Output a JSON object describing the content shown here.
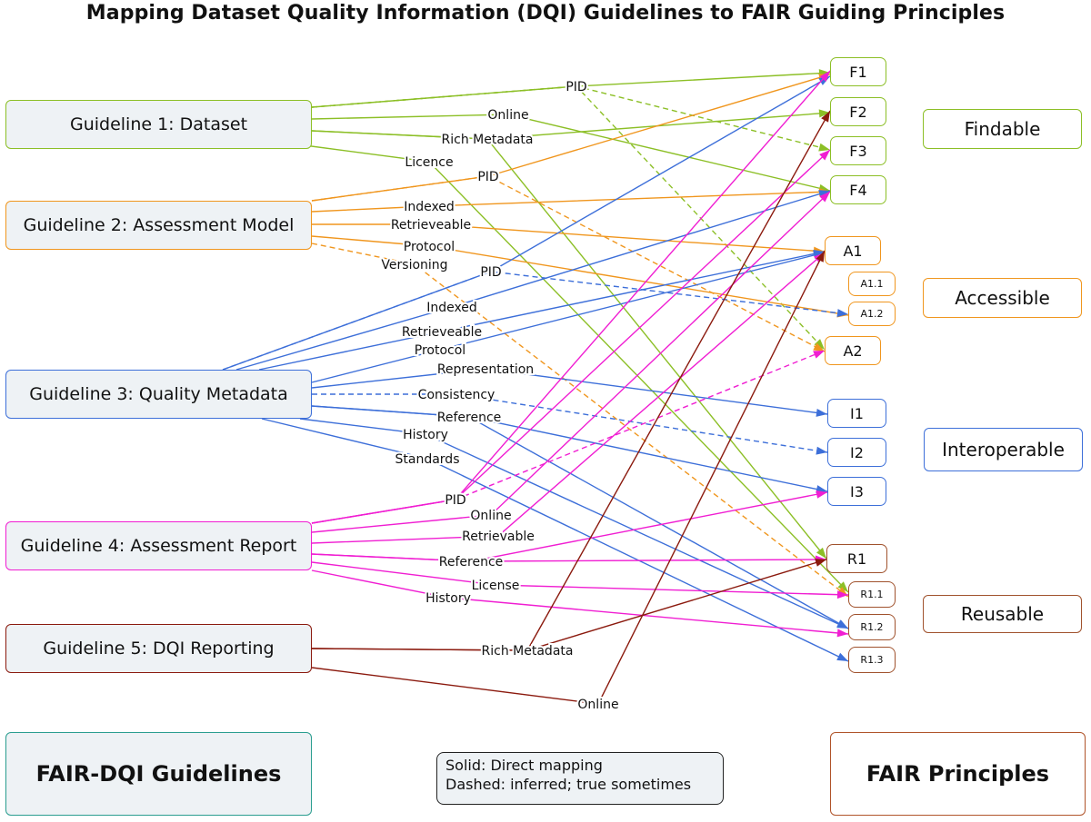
{
  "title": "Mapping Dataset Quality Information (DQI) Guidelines to FAIR Guiding Principles",
  "colors": {
    "g1": "#8cbf26",
    "g2": "#f0961e",
    "g3": "#3d6fd9",
    "g4": "#f01ed2",
    "g5": "#8b1a0e",
    "findable": "#8cbf26",
    "accessible": "#f0961e",
    "interoperable": "#3d6fd9",
    "reusable": "#a0522d",
    "guidelines_box": "#2a9d8f",
    "fair_box": "#b0542a"
  },
  "guidelines": [
    {
      "id": "g1",
      "label": "Guideline 1: Dataset"
    },
    {
      "id": "g2",
      "label": "Guideline 2: Assessment Model"
    },
    {
      "id": "g3",
      "label": "Guideline 3: Quality Metadata"
    },
    {
      "id": "g4",
      "label": "Guideline 4: Assessment Report"
    },
    {
      "id": "g5",
      "label": "Guideline 5: DQI Reporting"
    }
  ],
  "principles": [
    {
      "id": "F1",
      "label": "F1"
    },
    {
      "id": "F2",
      "label": "F2"
    },
    {
      "id": "F3",
      "label": "F3"
    },
    {
      "id": "F4",
      "label": "F4"
    },
    {
      "id": "A1",
      "label": "A1"
    },
    {
      "id": "A1.1",
      "label": "A1.1"
    },
    {
      "id": "A1.2",
      "label": "A1.2"
    },
    {
      "id": "A2",
      "label": "A2"
    },
    {
      "id": "I1",
      "label": "I1"
    },
    {
      "id": "I2",
      "label": "I2"
    },
    {
      "id": "I3",
      "label": "I3"
    },
    {
      "id": "R1",
      "label": "R1"
    },
    {
      "id": "R1.1",
      "label": "R1.1"
    },
    {
      "id": "R1.2",
      "label": "R1.2"
    },
    {
      "id": "R1.3",
      "label": "R1.3"
    }
  ],
  "categories": [
    {
      "id": "findable",
      "label": "Findable"
    },
    {
      "id": "accessible",
      "label": "Accessible"
    },
    {
      "id": "interoperable",
      "label": "Interoperable"
    },
    {
      "id": "reusable",
      "label": "Reusable"
    }
  ],
  "edges": [
    {
      "from": "g1",
      "label": "PID",
      "to": "F1",
      "style": "solid"
    },
    {
      "from": "g1",
      "label": "PID",
      "to": "F3",
      "style": "dashed"
    },
    {
      "from": "g1",
      "label": "PID",
      "to": "A2",
      "style": "dashed"
    },
    {
      "from": "g1",
      "label": "Online",
      "to": "F4",
      "style": "solid"
    },
    {
      "from": "g1",
      "label": "Rich Metadata",
      "to": "F2",
      "style": "solid"
    },
    {
      "from": "g1",
      "label": "Rich Metadata",
      "to": "R1",
      "style": "solid"
    },
    {
      "from": "g1",
      "label": "Licence",
      "to": "R1.1",
      "style": "solid"
    },
    {
      "from": "g2",
      "label": "PID",
      "to": "F1",
      "style": "solid"
    },
    {
      "from": "g2",
      "label": "PID",
      "to": "A2",
      "style": "dashed"
    },
    {
      "from": "g2",
      "label": "Indexed",
      "to": "F4",
      "style": "solid"
    },
    {
      "from": "g2",
      "label": "Retrieveable",
      "to": "A1",
      "style": "solid"
    },
    {
      "from": "g2",
      "label": "Protocol",
      "to": "A1.2",
      "style": "solid"
    },
    {
      "from": "g2",
      "label": "Versioning",
      "to": "R1.1",
      "style": "dashed"
    },
    {
      "from": "g3",
      "label": "PID",
      "to": "F1",
      "style": "solid"
    },
    {
      "from": "g3",
      "label": "PID",
      "to": "A2",
      "style": "dashed"
    },
    {
      "from": "g3",
      "label": "Indexed",
      "to": "F4",
      "style": "solid"
    },
    {
      "from": "g3",
      "label": "Retrieveable",
      "to": "A1",
      "style": "solid"
    },
    {
      "from": "g3",
      "label": "Protocol",
      "to": "A1.2",
      "style": "solid"
    },
    {
      "from": "g3",
      "label": "Representation",
      "to": "I1",
      "style": "solid"
    },
    {
      "from": "g3",
      "label": "Consistency",
      "to": "I2",
      "style": "dashed"
    },
    {
      "from": "g3",
      "label": "Reference",
      "to": "I3",
      "style": "solid"
    },
    {
      "from": "g3",
      "label": "Reference",
      "to": "R1.2",
      "style": "solid"
    },
    {
      "from": "g3",
      "label": "History",
      "to": "R1.2",
      "style": "solid"
    },
    {
      "from": "g3",
      "label": "Standards",
      "to": "R1.3",
      "style": "solid"
    },
    {
      "from": "g4",
      "label": "PID",
      "to": "F1",
      "style": "solid"
    },
    {
      "from": "g4",
      "label": "PID",
      "to": "F3",
      "style": "solid"
    },
    {
      "from": "g4",
      "label": "PID",
      "to": "A2",
      "style": "dashed"
    },
    {
      "from": "g4",
      "label": "Online",
      "to": "F4",
      "style": "solid"
    },
    {
      "from": "g4",
      "label": "Retrievable",
      "to": "A1",
      "style": "solid"
    },
    {
      "from": "g4",
      "label": "Reference",
      "to": "I3",
      "style": "solid"
    },
    {
      "from": "g4",
      "label": "Reference",
      "to": "R1",
      "style": "solid"
    },
    {
      "from": "g4",
      "label": "License",
      "to": "R1.1",
      "style": "solid"
    },
    {
      "from": "g4",
      "label": "History",
      "to": "R1.2",
      "style": "solid"
    },
    {
      "from": "g5",
      "label": "Rich Metadata",
      "to": "F2",
      "style": "solid"
    },
    {
      "from": "g5",
      "label": "Rich Metadata",
      "to": "R1",
      "style": "solid"
    },
    {
      "from": "g5",
      "label": "Online",
      "to": "A1",
      "style": "solid"
    }
  ],
  "bottom_left": "FAIR-DQI Guidelines",
  "bottom_right": "FAIR Principles",
  "legend": {
    "solid": "Solid: Direct mapping",
    "dashed": "Dashed: inferred; true sometimes"
  }
}
